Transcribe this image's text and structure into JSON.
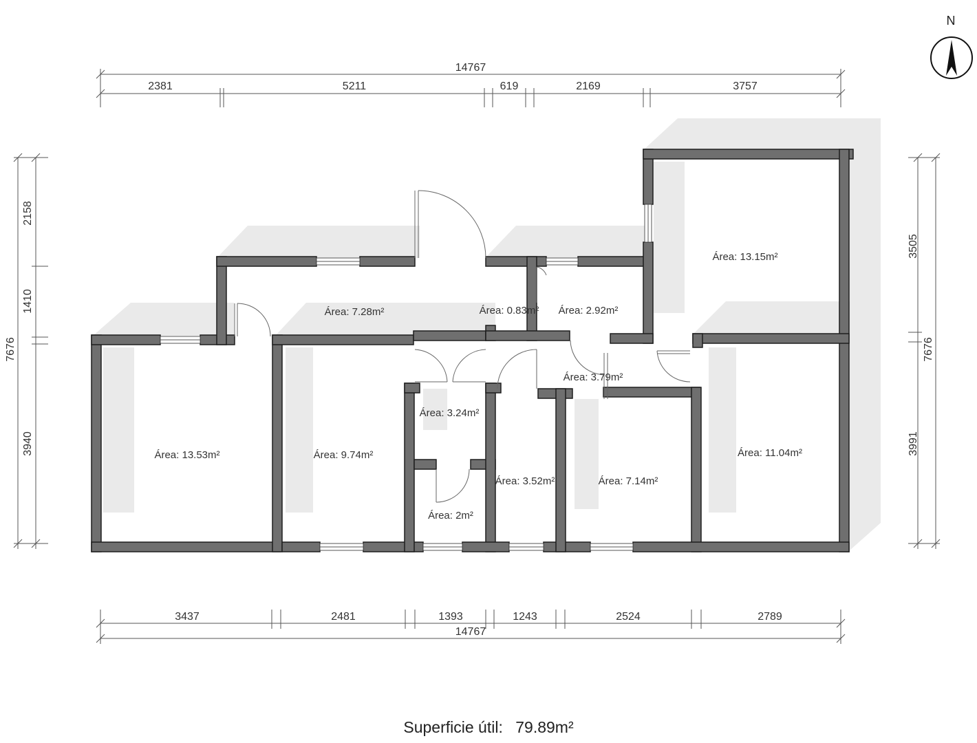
{
  "north_label": "N",
  "top_dimensions": {
    "total": "14767",
    "segments": [
      "2381",
      "5211",
      "619",
      "2169",
      "3757"
    ]
  },
  "bottom_dimensions": {
    "total": "14767",
    "segments": [
      "3437",
      "2481",
      "1393",
      "1243",
      "2524",
      "2789"
    ]
  },
  "left_dimensions": {
    "total": "7676",
    "segments": [
      "2158",
      "1410",
      "3940"
    ]
  },
  "right_dimensions": {
    "total": "7676",
    "segments": [
      "3505",
      "3991"
    ]
  },
  "rooms": [
    {
      "label": "Área: 13.53m²"
    },
    {
      "label": "Área: 7.28m²"
    },
    {
      "label": "Área: 9.74m²"
    },
    {
      "label": "Área: 0.83m²"
    },
    {
      "label": "Área: 2.92m²"
    },
    {
      "label": "Área: 13.15m²"
    },
    {
      "label": "Área: 3.79m²"
    },
    {
      "label": "Área: 3.24m²"
    },
    {
      "label": "Área: 2m²"
    },
    {
      "label": "Área: 3.52m²"
    },
    {
      "label": "Área: 7.14m²"
    },
    {
      "label": "Área: 11.04m²"
    }
  ],
  "footer": {
    "label": "Superficie útil:",
    "value": "79.89m²"
  },
  "colors": {
    "wall": "#6f6f6f",
    "wall_outline": "#1e1e1e",
    "shadow": "#e9e9e9",
    "dimension_line": "#555555"
  }
}
